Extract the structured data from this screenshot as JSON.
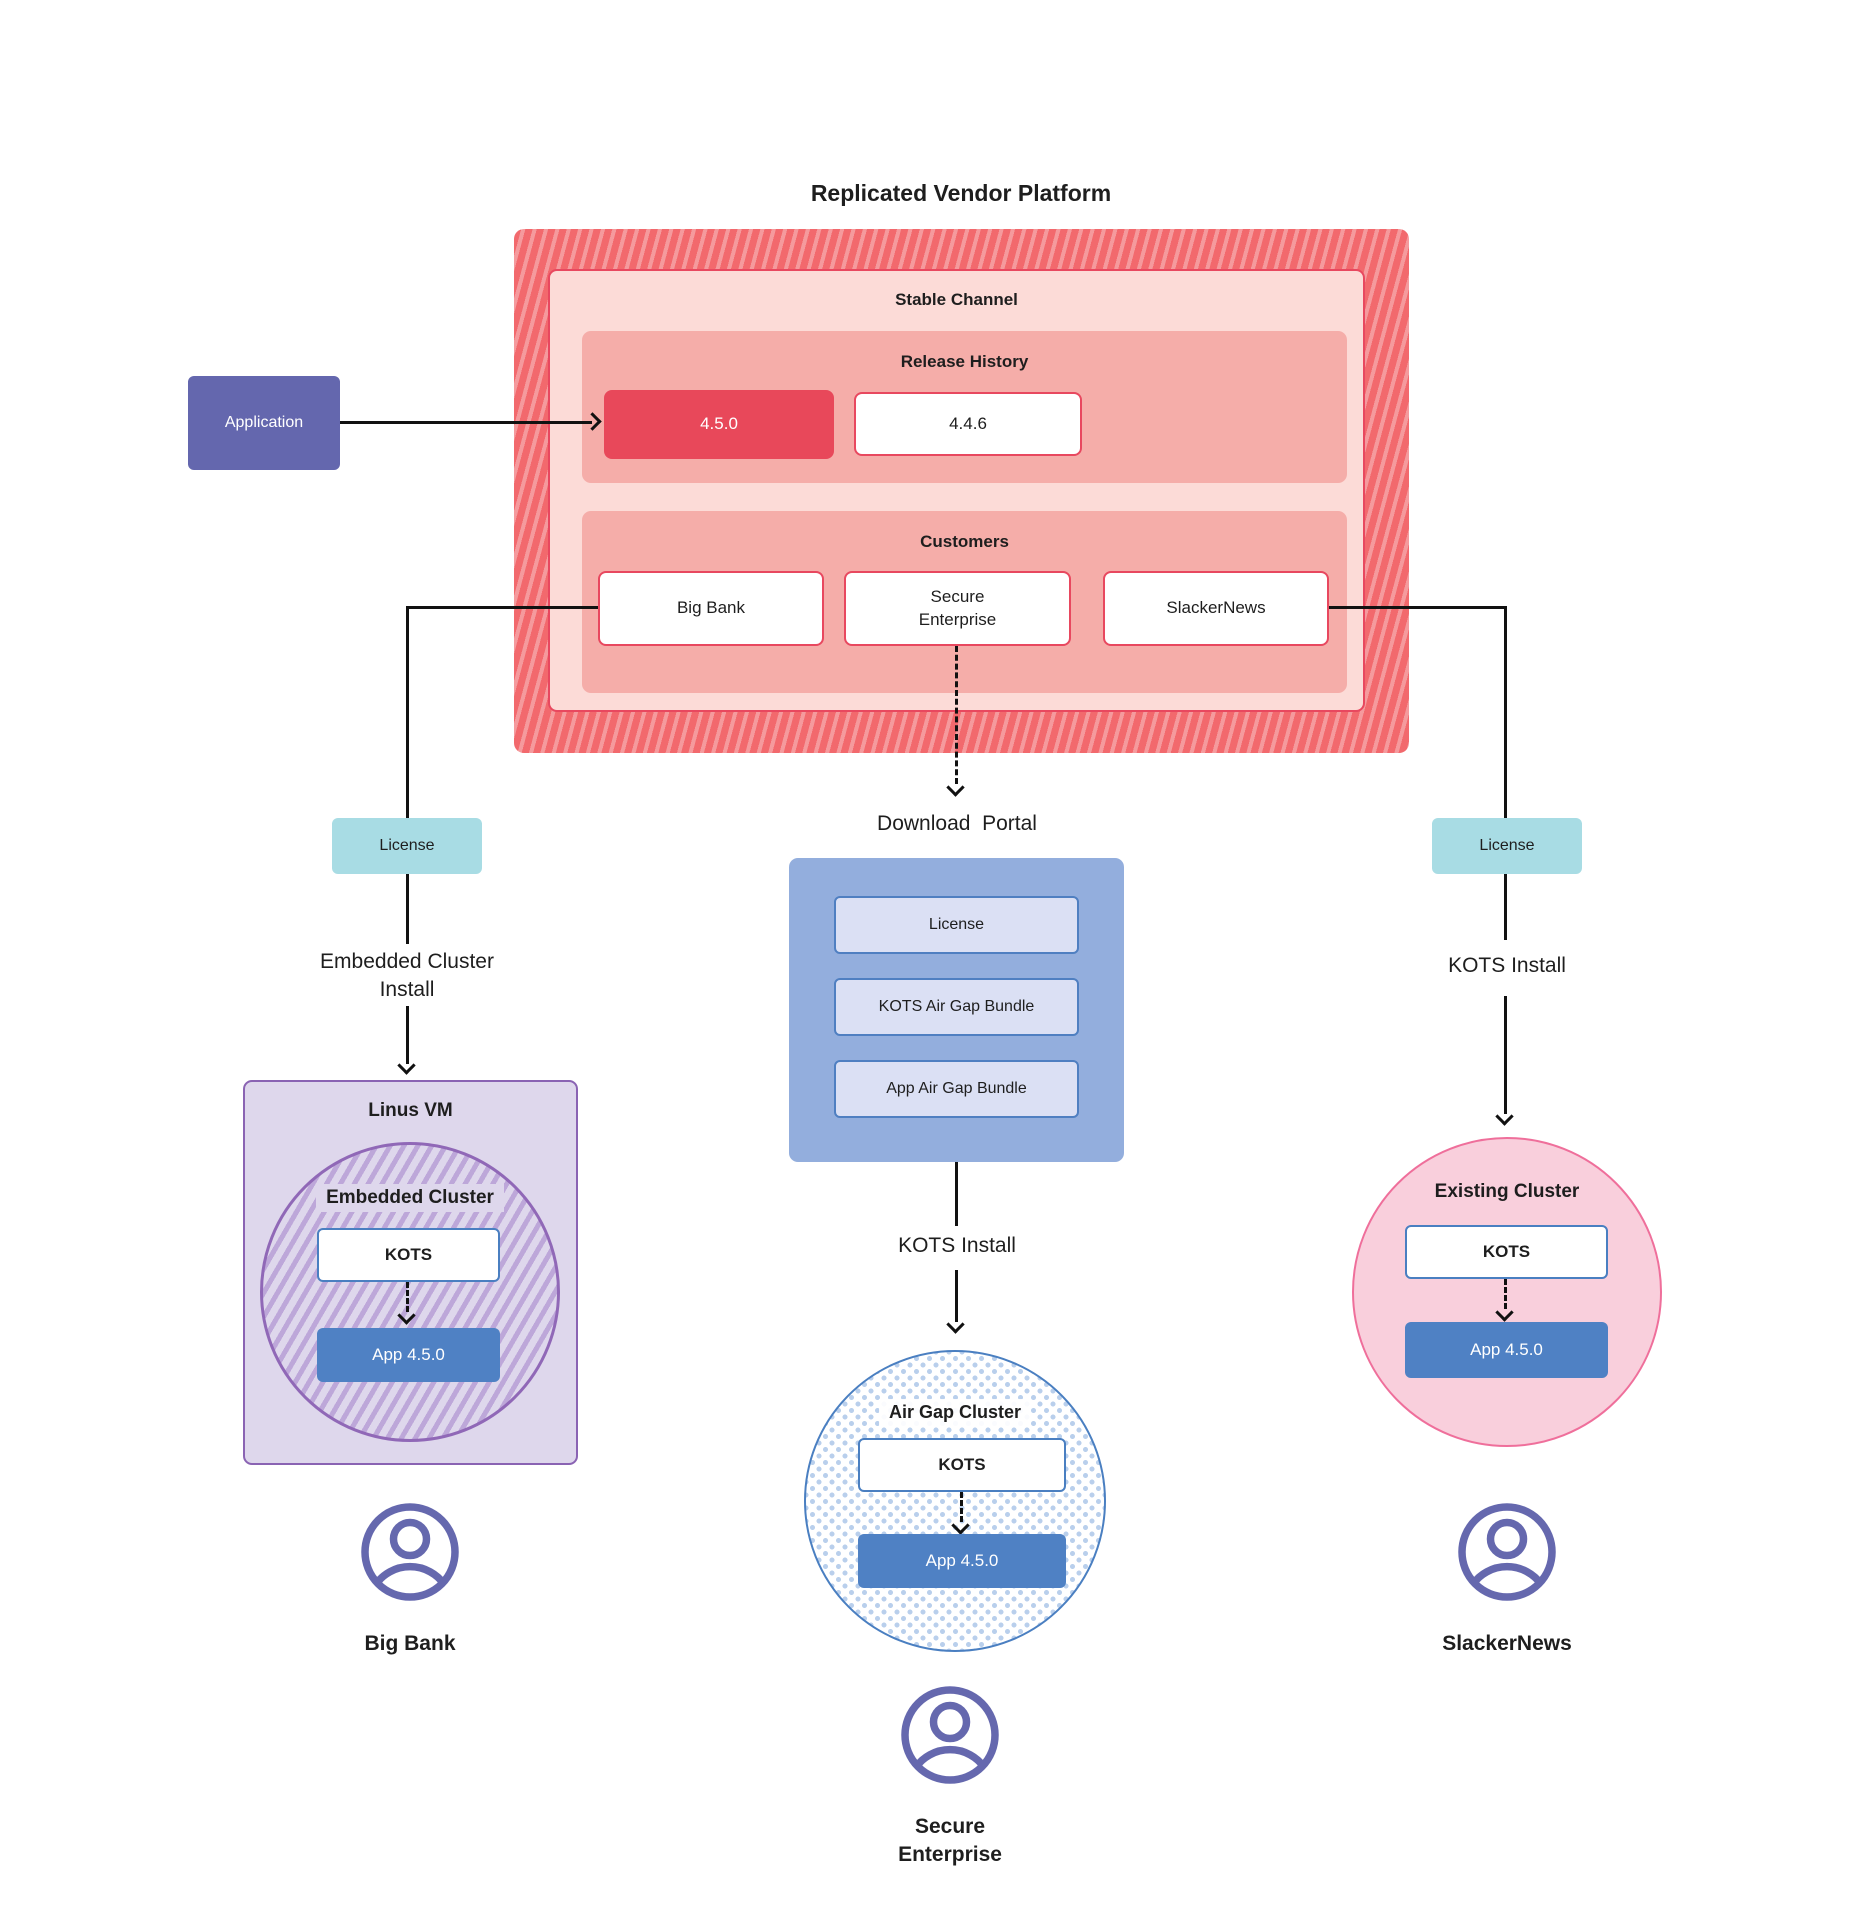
{
  "title": "Replicated Vendor Platform",
  "application": {
    "label": "Application"
  },
  "platform": {
    "stable_channel_label": "Stable Channel",
    "release_history": {
      "label": "Release History",
      "releases": [
        {
          "version": "4.5.0",
          "highlighted": true
        },
        {
          "version": "4.4.6",
          "highlighted": false
        }
      ]
    },
    "customers": {
      "label": "Customers",
      "items": [
        {
          "name": "Big Bank"
        },
        {
          "name": "Secure\nEnterprise"
        },
        {
          "name": "SlackerNews"
        }
      ]
    }
  },
  "left_flow": {
    "license_label": "License",
    "install_label": "Embedded Cluster\nInstall",
    "vm_label": "Linus VM",
    "cluster_label": "Embedded Cluster",
    "kots_label": "KOTS",
    "app_label": "App 4.5.0",
    "customer_name": "Big Bank"
  },
  "download_portal": {
    "title": "Download  Portal",
    "items": [
      {
        "label": "License"
      },
      {
        "label": "KOTS Air Gap Bundle"
      },
      {
        "label": "App Air Gap Bundle"
      }
    ]
  },
  "middle_flow": {
    "install_label": "KOTS Install",
    "cluster_label": "Air Gap Cluster",
    "kots_label": "KOTS",
    "app_label": "App 4.5.0",
    "customer_name": "Secure\nEnterprise"
  },
  "right_flow": {
    "license_label": "License",
    "install_label": "KOTS Install",
    "cluster_label": "Existing Cluster",
    "kots_label": "KOTS",
    "app_label": "App 4.5.0",
    "customer_name": "SlackerNews"
  },
  "colors": {
    "channel_hatch_base": "#f2696d",
    "channel_hatch_stripe": "#f59a9d",
    "stable_bg": "#fcdbd7",
    "section_bg": "#f5ada9",
    "release_highlight": "#e8485a",
    "red_border": "#e8485f",
    "application_bg": "#6467ae",
    "license_bg": "#a8dce4",
    "portal_bg": "#93aedd",
    "portal_item_bg": "#dbe0f4",
    "blue_border": "#4a7fc1",
    "app_box_bg": "#4f81c4",
    "vm_bg": "#ded7ec",
    "vm_border": "#8a63b3",
    "purple_hatch": "#bda7d9",
    "existing_bg": "#f9cfdc",
    "existing_border": "#ef6f9b",
    "dot_color": "#b9cfec",
    "user_icon": "#6568ae",
    "line": "#111111"
  }
}
